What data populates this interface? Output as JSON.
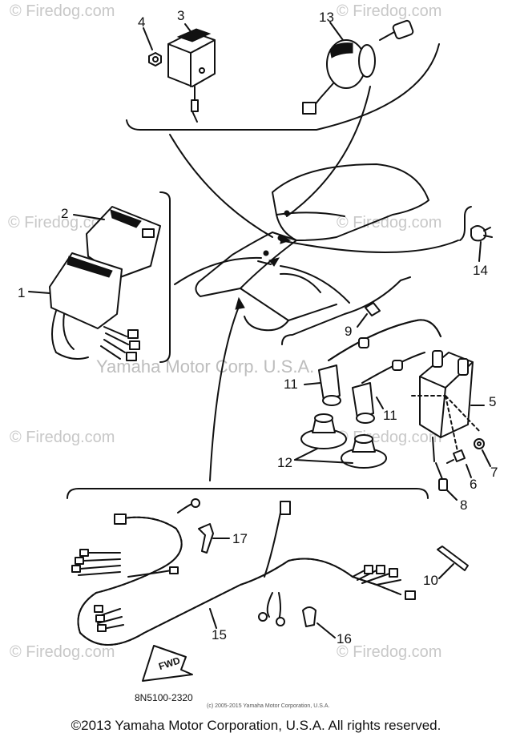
{
  "watermarks": {
    "site": "© Firedog.com",
    "corporation": "Yamaha Motor Corp. U.S.A."
  },
  "part_numbers": [
    "1",
    "2",
    "3",
    "4",
    "5",
    "6",
    "7",
    "8",
    "9",
    "10",
    "11",
    "11",
    "12",
    "13",
    "14",
    "15",
    "16",
    "17"
  ],
  "parts": {
    "p1": "1",
    "p2": "2",
    "p3": "3",
    "p4": "4",
    "p5": "5",
    "p6": "6",
    "p7": "7",
    "p8": "8",
    "p9": "9",
    "p10": "10",
    "p11a": "11",
    "p11b": "11",
    "p12": "12",
    "p13": "13",
    "p14": "14",
    "p15": "15",
    "p16": "16",
    "p17": "17"
  },
  "fwd_label": "FWD",
  "drawing_code": "8N5100-2320",
  "small_copyright": "(c) 2005-2015 Yamaha Motor Corporation, U.S.A.",
  "footer": "©2013 Yamaha Motor Corporation, U.S.A. All rights reserved."
}
